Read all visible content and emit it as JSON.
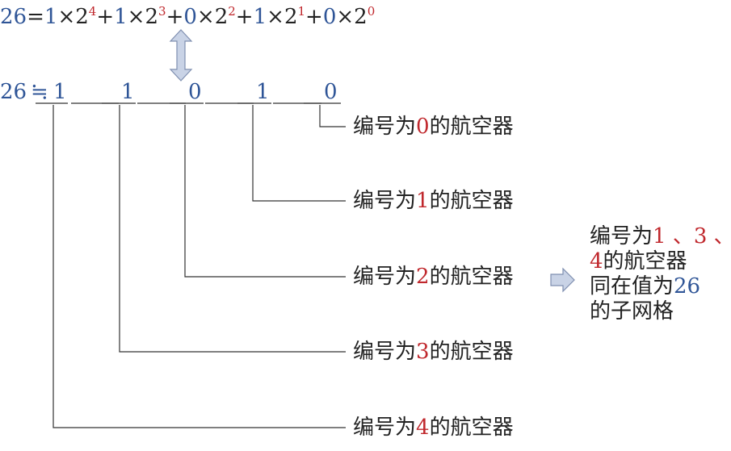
{
  "equation": {
    "value": "26",
    "equals": "=",
    "terms": [
      {
        "coef": "1",
        "times": "×",
        "base": "2",
        "exp": "4",
        "plus": "+"
      },
      {
        "coef": "1",
        "times": "×",
        "base": "2",
        "exp": "3",
        "plus": "+"
      },
      {
        "coef": "0",
        "times": "×",
        "base": "2",
        "exp": "2",
        "plus": "+"
      },
      {
        "coef": "1",
        "times": "×",
        "base": "2",
        "exp": "1",
        "plus": "+"
      },
      {
        "coef": "0",
        "times": "×",
        "base": "2",
        "exp": "0",
        "plus": ""
      }
    ]
  },
  "binary_row": {
    "value": "26",
    "approx_equals": "≒",
    "digits": [
      "1",
      "1",
      "0",
      "1",
      "0"
    ]
  },
  "labels": [
    {
      "prefix": "编号为",
      "number": "0",
      "suffix": "的航空器"
    },
    {
      "prefix": "编号为",
      "number": "1",
      "suffix": "的航空器"
    },
    {
      "prefix": "编号为",
      "number": "2",
      "suffix": "的航空器"
    },
    {
      "prefix": "编号为",
      "number": "3",
      "suffix": "的航空器"
    },
    {
      "prefix": "编号为",
      "number": "4",
      "suffix": "的航空器"
    }
  ],
  "note": {
    "line1_prefix": "编号为",
    "line1_numbers": "1 、3 、",
    "line2_number": "4",
    "line2_suffix": "的航空器",
    "line3_prefix": "同在值为",
    "line3_number": "26",
    "line4": "的子网格"
  },
  "colors": {
    "blue": "#2f5597",
    "red": "#c0282d",
    "line": "#333333",
    "arrow_fill": "#c9d3e6",
    "arrow_stroke": "#7f8fb0"
  }
}
